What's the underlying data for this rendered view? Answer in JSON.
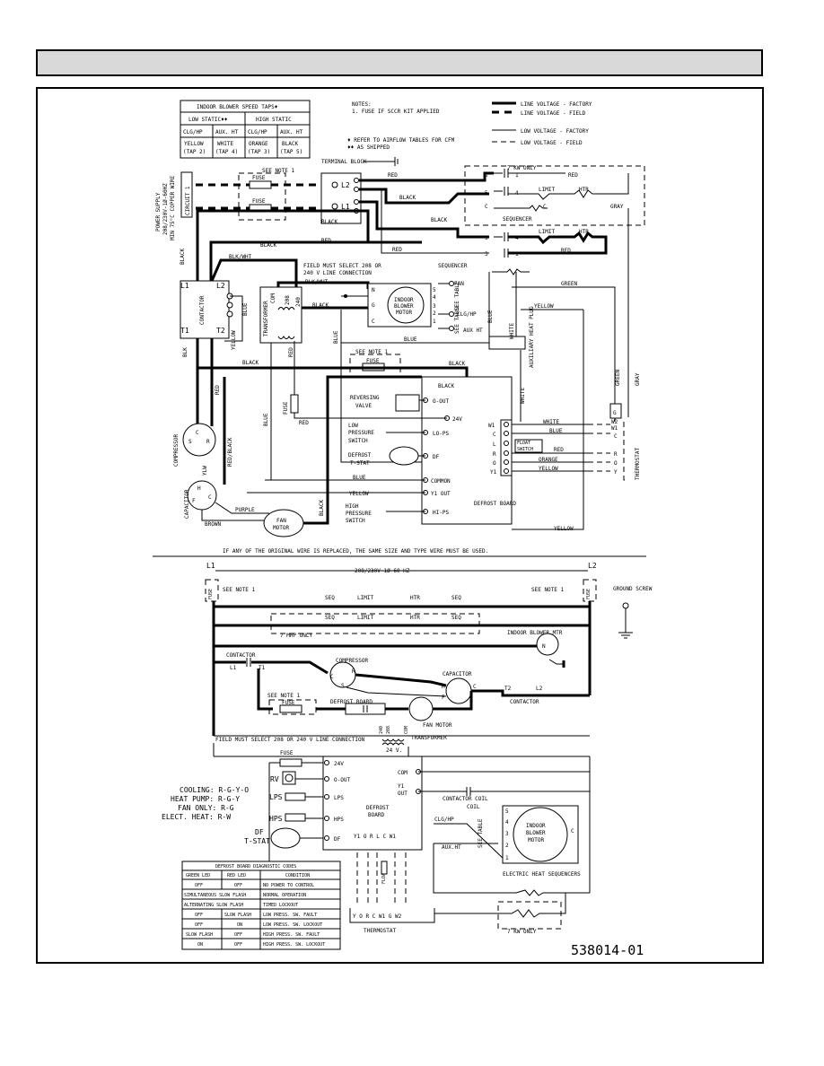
{
  "notes": {
    "title": "NOTES:",
    "note1": "1. FUSE IF SCCR KIT APPLIED",
    "refer": "♦ REFER TO AIRFLOW TABLES FOR CFM",
    "shipped": "♦♦ AS SHIPPED"
  },
  "legend": {
    "line_factory": "LINE VOLTAGE - FACTORY",
    "line_field": "LINE VOLTAGE - FIELD",
    "low_factory": "LOW VOLTAGE - FACTORY",
    "low_field": "LOW VOLTAGE - FIELD"
  },
  "speed_table": {
    "title": "INDOOR BLOWER SPEED TAPS♦",
    "low_static": "LOW STATIC♦♦",
    "high_static": "HIGH STATIC",
    "cols": [
      "CLG/HP",
      "AUX. HT",
      "CLG/HP",
      "AUX. HT"
    ],
    "row1": [
      "YELLOW",
      "WHITE",
      "ORANGE",
      "BLACK"
    ],
    "row2": [
      "(TAP 2)",
      "(TAP 4)",
      "(TAP 3)",
      "(TAP 5)"
    ]
  },
  "power_supply": {
    "line1": "POWER SUPPLY",
    "line2": "208/230V-1Ø-60HZ",
    "line3": "MIN 75°C COPPER WIRE",
    "circuit": "CIRCUIT 1"
  },
  "top_diagram": {
    "terminal_block": "TERMINAL BLOCK",
    "see_note_1": "SEE NOTE 1",
    "fuse": "FUSE",
    "seven_kw_only": "7 KW ONLY",
    "limit": "LIMIT",
    "htr": "HTR",
    "sequencer": "SEQUENCER",
    "contactor": "CONTACTOR",
    "transformer": "TRANSFORMER",
    "field_select": "FIELD MUST SELECT 208 OR 240 V LINE CONNECTION",
    "indoor_blower_motor": "INDOOR BLOWER MOTOR",
    "fan": "FAN",
    "see_table": "SEE TABLE",
    "clg_hp": "CLG/HP",
    "aux_ht": "AUX HT",
    "aux_heat_plug": "AUXILIARY HEAT PLUG",
    "reversing_valve": "REVERSING VALVE",
    "o_out": "O-OUT",
    "v24": "24V",
    "low_pressure_switch": "LOW PRESSURE SWITCH",
    "lo_ps": "LO-PS",
    "defrost_tstat": "DEFROST T-STAT",
    "df": "DF",
    "common": "COMMON",
    "y1_out": "Y1 OUT",
    "high_pressure_switch": "HIGH PRESSURE SWITCH",
    "hi_ps": "HI-PS",
    "defrost_board": "DEFROST BOARD",
    "compressor": "COMPRESSOR",
    "capacitor": "CAPACITOR",
    "fan_motor": "FAN MOTOR",
    "float_switch": "FLOAT SWITCH",
    "thermostat": "THERMOSTAT",
    "wire_colors": {
      "red": "RED",
      "black": "BLACK",
      "blue": "BLUE",
      "yellow": "YELLOW",
      "white": "WHITE",
      "green": "GREEN",
      "gray": "GRAY",
      "orange": "ORANGE",
      "purple": "PURPLE",
      "brown": "BROWN",
      "blk_wht": "BLK/WHT",
      "red_black": "RED/BLACK",
      "blk": "BLK",
      "ylw": "YLW"
    },
    "warning": "IF ANY OF THE ORIGINAL WIRE IS REPLACED, THE SAME SIZE AND TYPE WIRE MUST BE USED."
  },
  "ladder": {
    "l1": "L1",
    "l2": "L2",
    "voltage": "208/230V-1Ø-60 HZ",
    "see_note_1": "SEE NOTE 1",
    "fuse": "FUSE",
    "ground_screw": "GROUND SCREW",
    "seq": "SEQ",
    "limit": "LIMIT",
    "htr": "HTR",
    "seven_mhp_only": "7 MHP ONLY",
    "indoor_blower_mtr": "INDOOR BLOWER MTR",
    "contactor": "CONTACTOR",
    "t1": "T1",
    "t2": "T2",
    "compressor": "COMPRESSOR",
    "capacitor": "CAPACITOR",
    "defrost_board": "DEFROST BOARD",
    "fan_motor": "FAN MOTOR",
    "field_select": "FIELD MUST SELECT 208 OR 240 V LINE CONNECTION",
    "transformer": "TRANSFORMER",
    "v24": "24 V.",
    "rv": "RV",
    "lps": "LPS",
    "hps": "HPS",
    "df_tstat": "DF T-STAT",
    "board_pins": [
      "24V",
      "O-OUT",
      "LPS",
      "HPS",
      "DF"
    ],
    "com": "COM",
    "y1_out": "Y1 OUT",
    "contactor_coil": "CONTACTOR COIL",
    "clg_hp": "CLG/HP",
    "aux_ht": "AUX.HT",
    "see_table": "SEE TABLE",
    "indoor_blower_motor": "INDOOR BLOWER MOTOR",
    "electric_heat_sequencers": "ELECTRIC HEAT SEQUENCERS",
    "seven_kw_only": "7 KW ONLY",
    "thermostat": "THERMOSTAT",
    "thermostat_terminals": "Y  O  R   C  W1 G  W2",
    "board_bottom": "Y1 O  R  L  C  W1",
    "float_sw": "FLOAT SW",
    "modes": [
      "COOLING: R-G-Y-O",
      "HEAT PUMP: R-G-Y",
      "FAN ONLY: R-G",
      "ELECT. HEAT: R-W"
    ]
  },
  "diagnostic_table": {
    "title": "DEFROST BOARD DIAGNOSTIC CODES",
    "headers": [
      "GREEN LED",
      "RED LED",
      "CONDITION"
    ],
    "rows": [
      [
        "OFF",
        "OFF",
        "NO POWER TO CONTROL"
      ],
      [
        "SIMULTANEOUS SLOW FLASH",
        "",
        "NORMAL OPERATION"
      ],
      [
        "ALTERNATING SLOW FLASH",
        "",
        "TIMED LOCKOUT"
      ],
      [
        "OFF",
        "SLOW FLASH",
        "LOW PRESS. SW. FAULT"
      ],
      [
        "OFF",
        "ON",
        "LOW PRESS. SW. LOCKOUT"
      ],
      [
        "SLOW FLASH",
        "OFF",
        "HIGH PRESS. SW. FAULT"
      ],
      [
        "ON",
        "OFF",
        "HIGH PRESS. SW. LOCKOUT"
      ]
    ]
  },
  "part_number": "538014-01"
}
